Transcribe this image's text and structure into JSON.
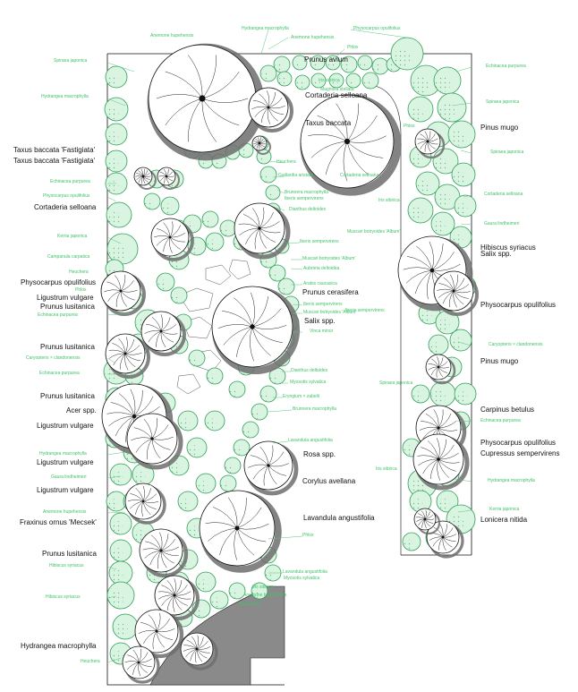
{
  "plan": {
    "colors": {
      "tree_label": "#111111",
      "plant_label": "#3fc468",
      "leader": "#5dc47f",
      "plant_fill": "#d9f5e1",
      "plant_stroke": "#2e9e57",
      "plant_dark": "#1f8a45",
      "tree_shadow": "#6d6d6d",
      "paving": "#8a8a8a",
      "outline": "#111111"
    },
    "tree_labels": [
      "Prunus avium",
      "Cortaderia selloana",
      "Taxus baccata",
      "Taxus baccata 'Fastigiata'",
      "Taxus baccata 'Fastigiata'",
      "Cortaderia selloana",
      "Physocarpus opulifolius",
      "Ligustrum vulgare",
      "Prunus lusitanica",
      "Prunus cerasifera",
      "Salix spp.",
      "Prunus lusitanica",
      "Prunus lusitanica",
      "Acer spp.",
      "Ligustrum vulgare",
      "Ligustrum vulgare",
      "Rosa spp.",
      "Ligustrum vulgare",
      "Corylus avellana",
      "Fraxinus ornus 'Mecsek'",
      "Lavandula angustifolia",
      "Prunus lusitanica",
      "Hydrangea macrophylla",
      "Pinus mugo",
      "Hibiscus syriacus",
      "Salix spp.",
      "Physocarpus opulifolius",
      "Pinus mugo",
      "Carpinus betulus",
      "Physocarpus opulifolius",
      "Cupressus sempervirens",
      "Lonicera nitida"
    ],
    "plant_labels": [
      "Anemone hupehensis",
      "Hydrangea macrophylla",
      "Physocarpus opulifolius",
      "Anemone hupehensis",
      "Phlox",
      "Spiraea japonica",
      "Echinacea purpurea",
      "Iris sibirica",
      "Hydrangea macrophylla",
      "Spiraea japonica",
      "Magnolia stellata",
      "Spiraea japonica",
      "Cortaderia selloana",
      "Phlox",
      "Heuchera",
      "Echinacea purpurea",
      "Gaillardia aristata",
      "Physocarpus opulifolius",
      "Brunnera macrophylla",
      "Iberis sempervirens",
      "Dianthus deltoides",
      "Iris sibirica",
      "Cortaderia selloana",
      "Kerria japonica",
      "Gaura lindheimeri",
      "Iberis sempervirens",
      "Muscari botryoides 'Album'",
      "Campanula carpatica",
      "Muscari botryoides 'Album'",
      "Heuchera",
      "Aubrieta deltoidea",
      "Phlox",
      "Arabis caucasica",
      "Iberis sempervirens",
      "Muscari botryoides 'Album'",
      "Iberis sempervirens",
      "Echinacea purpurea",
      "Vinca minor",
      "Caryopteris × clandonensis",
      "Caryopteris × clandonensis",
      "Echinacea purpurea",
      "Dianthus deltoides",
      "Spiraea japonica",
      "Myosotis sylvatica",
      "Eryngium × zabelii",
      "Brunnera macrophylla",
      "Echinacea purpurea",
      "Lavandula angustifolia",
      "Hydrangea macrophylla",
      "Iris sibirica",
      "Gaura lindheimeri",
      "Hydrangea macrophylla",
      "Anemone hupehensis",
      "Kerria japonica",
      "Phlox",
      "Hibiscus syriacus",
      "Lavandula angustifolia",
      "Myosotis sylvatica",
      "Iris sibirica",
      "Anemone hupehensis",
      "Heuchera",
      "Hibiscus syriacus",
      "Heuchera"
    ]
  }
}
